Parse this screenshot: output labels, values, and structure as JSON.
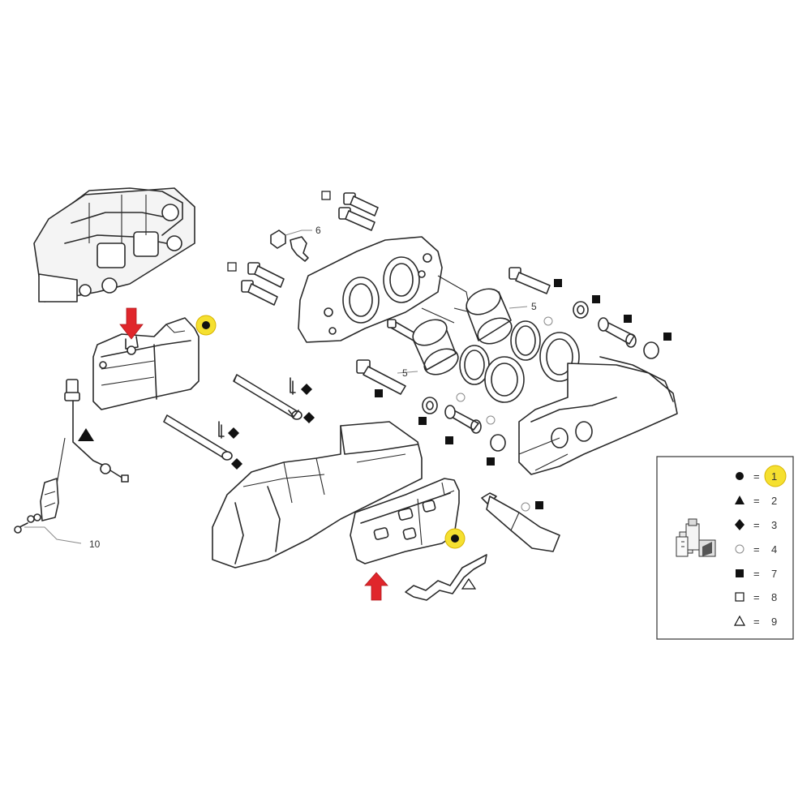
{
  "callouts": {
    "c6": "6",
    "c5a": "5",
    "c5b": "5",
    "c10": "10"
  },
  "legend": {
    "items": [
      {
        "symbol": "filled-circle",
        "eq": "=",
        "value": "1",
        "highlight": true
      },
      {
        "symbol": "filled-triangle",
        "eq": "=",
        "value": "2"
      },
      {
        "symbol": "filled-diamond",
        "eq": "=",
        "value": "3"
      },
      {
        "symbol": "open-circle",
        "eq": "=",
        "value": "4"
      },
      {
        "symbol": "filled-square",
        "eq": "=",
        "value": "7"
      },
      {
        "symbol": "open-square",
        "eq": "=",
        "value": "8"
      },
      {
        "symbol": "open-triangle",
        "eq": "=",
        "value": "9"
      }
    ]
  },
  "colors": {
    "highlight": "#f5e030",
    "arrow": "#e0262b",
    "line": "#2a2a2a"
  },
  "icons": {
    "legend_icon": "kit-parts-icon"
  }
}
